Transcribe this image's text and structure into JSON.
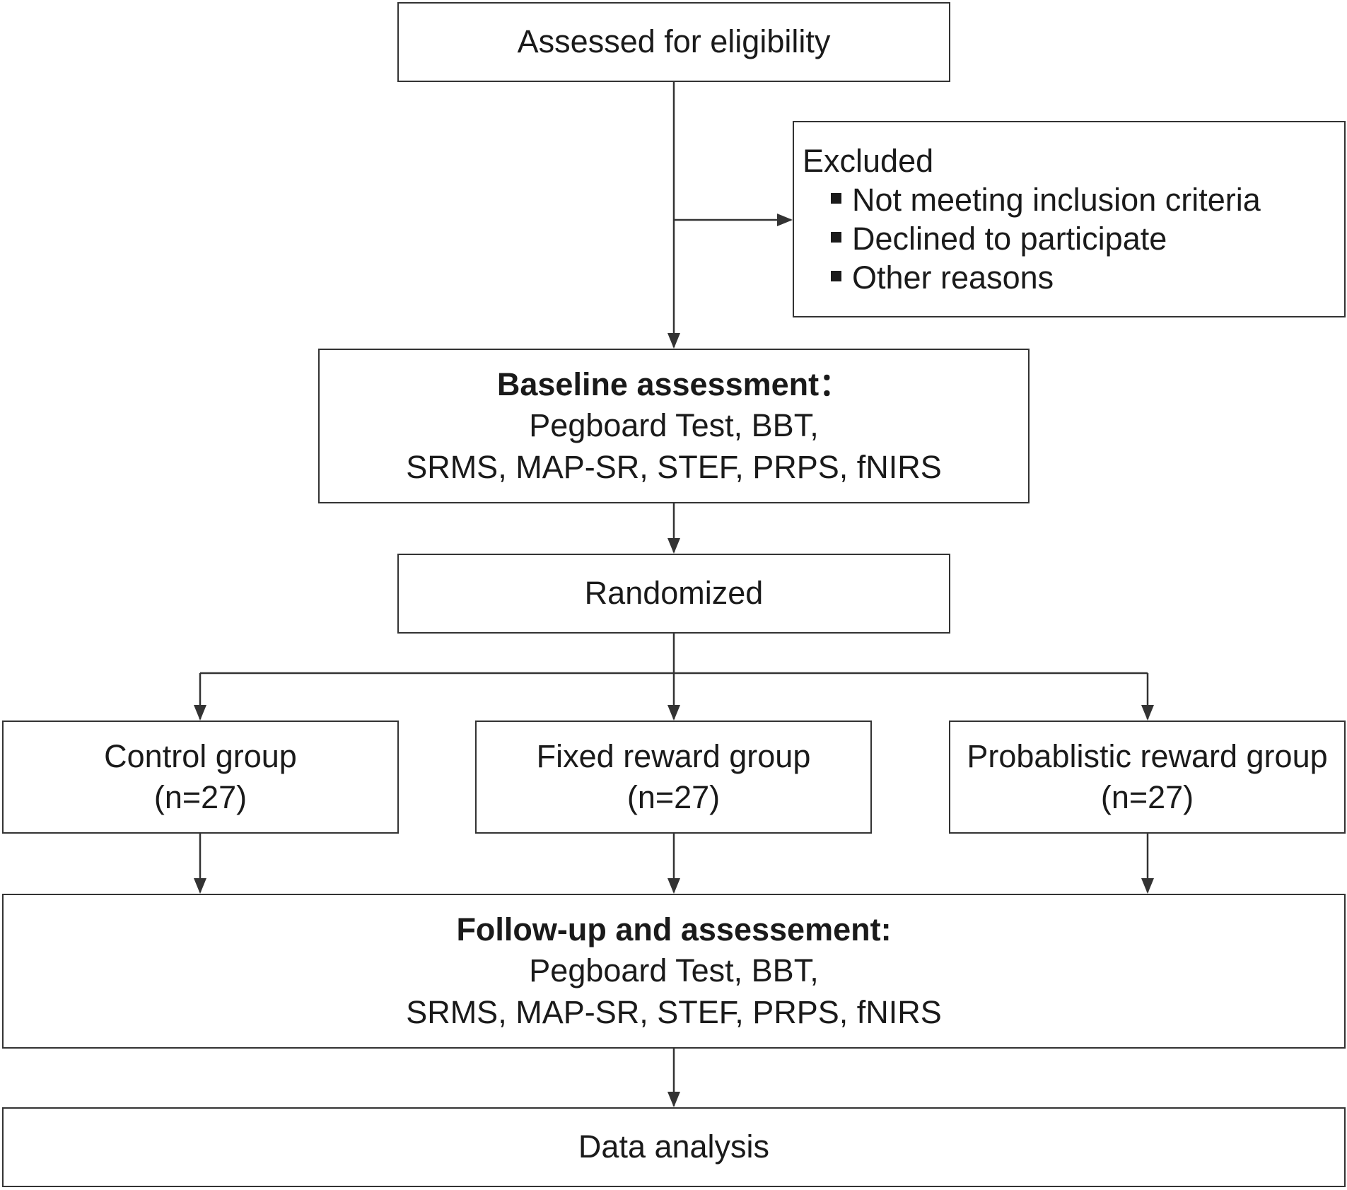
{
  "assessed": {
    "text": "Assessed for eligibility"
  },
  "excluded": {
    "title": "Excluded",
    "items": [
      "Not meeting inclusion criteria",
      "Declined to participate",
      "Other reasons"
    ]
  },
  "baseline": {
    "title": "Baseline assessment：",
    "line1": "Pegboard Test, BBT,",
    "line2": "SRMS, MAP-SR, STEF, PRPS, fNIRS"
  },
  "randomized": {
    "text": "Randomized"
  },
  "groups": [
    {
      "name": "Control group",
      "n": "(n=27)"
    },
    {
      "name": "Fixed reward group",
      "n": "(n=27)"
    },
    {
      "name": "Probablistic reward group",
      "n": "(n=27)"
    }
  ],
  "followup": {
    "title": "Follow-up and assessement:",
    "line1": "Pegboard Test, BBT,",
    "line2": "SRMS, MAP-SR, STEF, PRPS, fNIRS"
  },
  "analysis": {
    "text": "Data analysis"
  },
  "colors": {
    "line": "#333333",
    "text": "#1a1a1a",
    "background": "#ffffff"
  }
}
